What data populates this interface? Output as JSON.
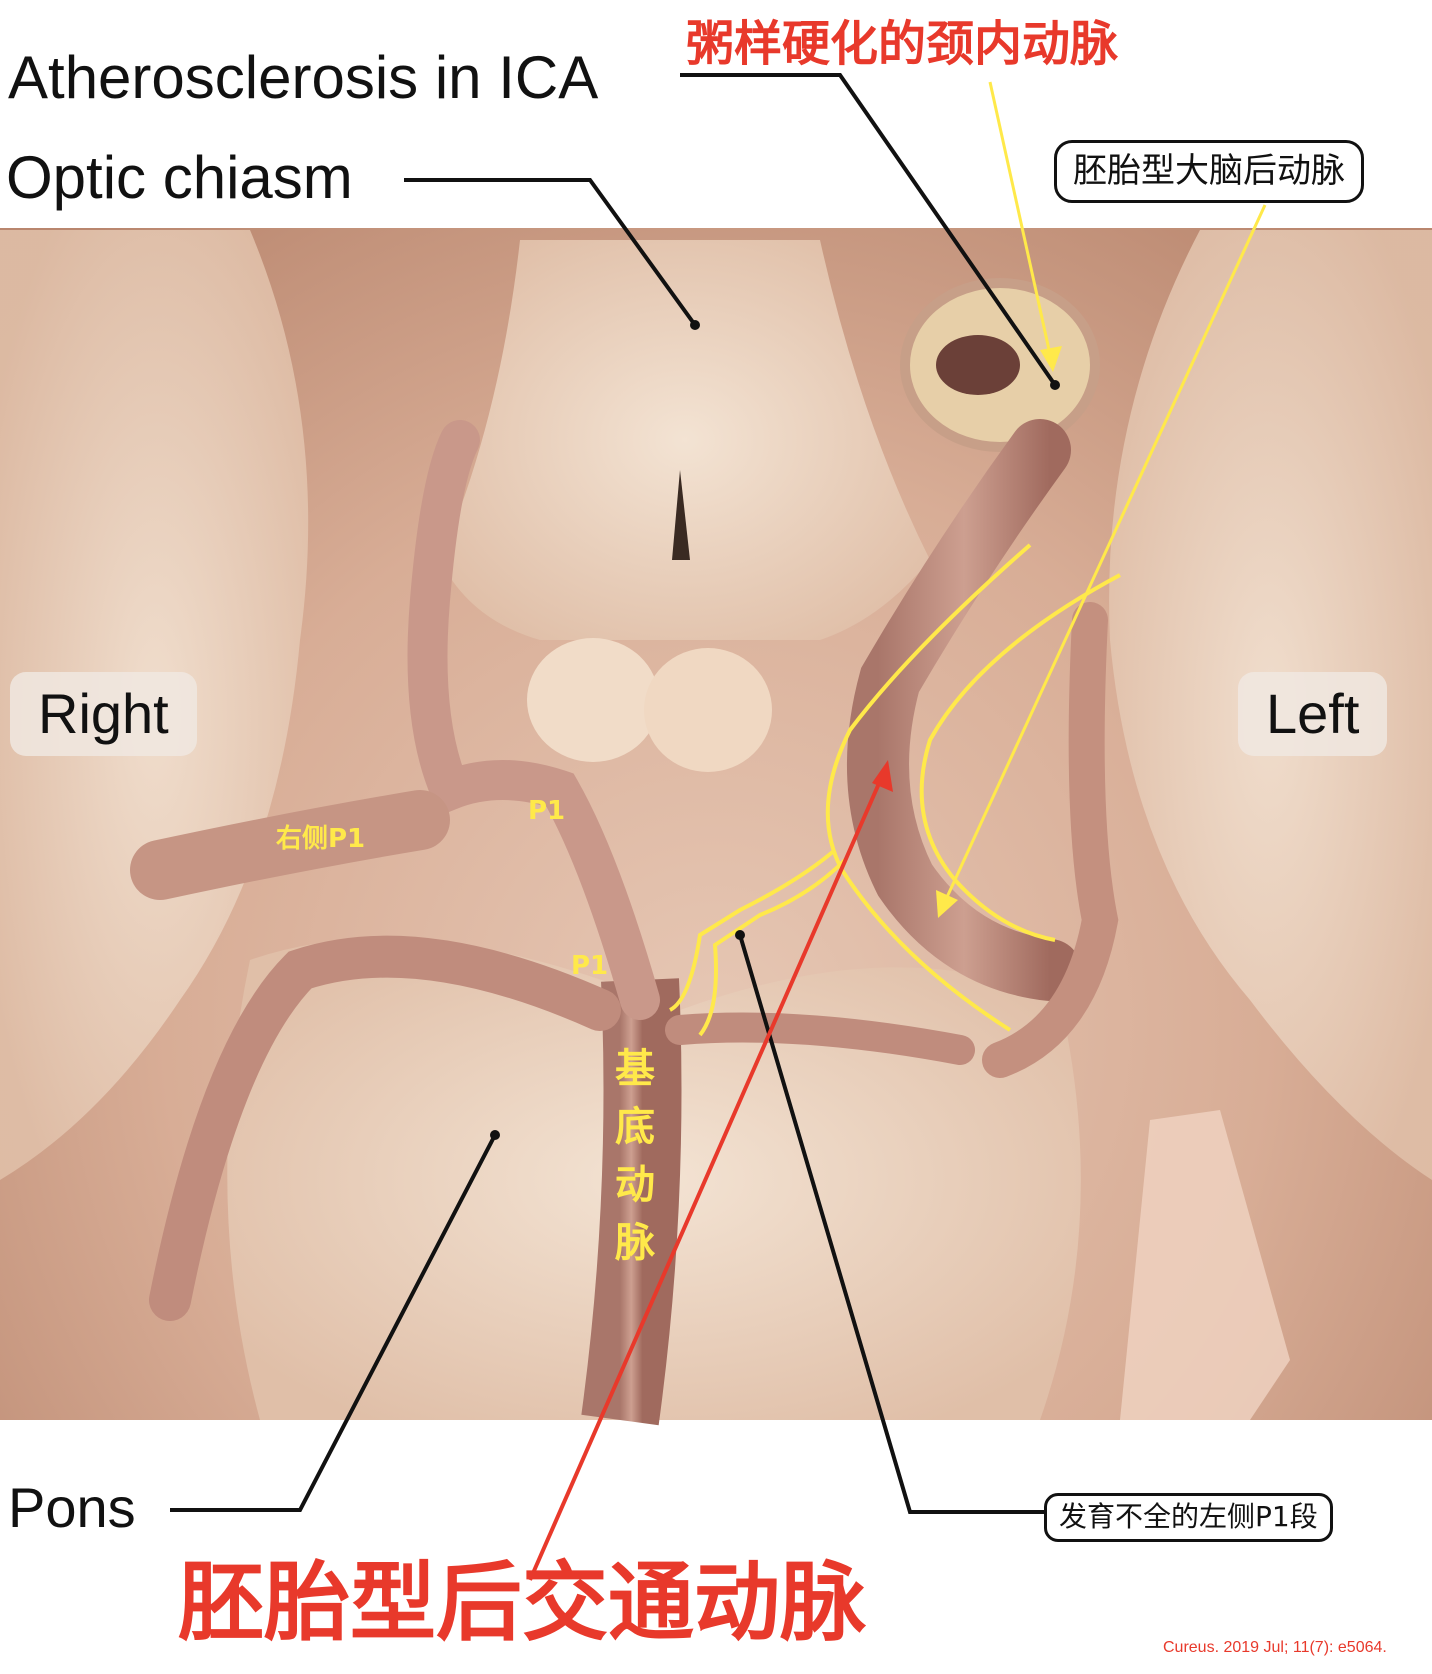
{
  "labels": {
    "atherosclerosis_ica": "Atherosclerosis in ICA",
    "optic_chiasm": "Optic chiasm",
    "right": "Right",
    "left": "Left",
    "pons": "Pons",
    "ica_cn": "粥样硬化的颈内动脉",
    "fetal_pca": "胚胎型大脑后动脉",
    "right_p1": "右侧P1",
    "p1_upper": "P1",
    "p1_lower": "P1",
    "basilar_artery": "基底动脉",
    "hypoplastic_left_p1": "发育不全的左侧P1段",
    "fetal_pcom": "胚胎型后交通动脉",
    "citation": "Cureus. 2019 Jul; 11(7): e5064."
  },
  "colors": {
    "red_label": "#e8392b",
    "yellow_label": "#ffe94a",
    "black_label": "#111111",
    "tissue_base": "#d9b29a"
  }
}
